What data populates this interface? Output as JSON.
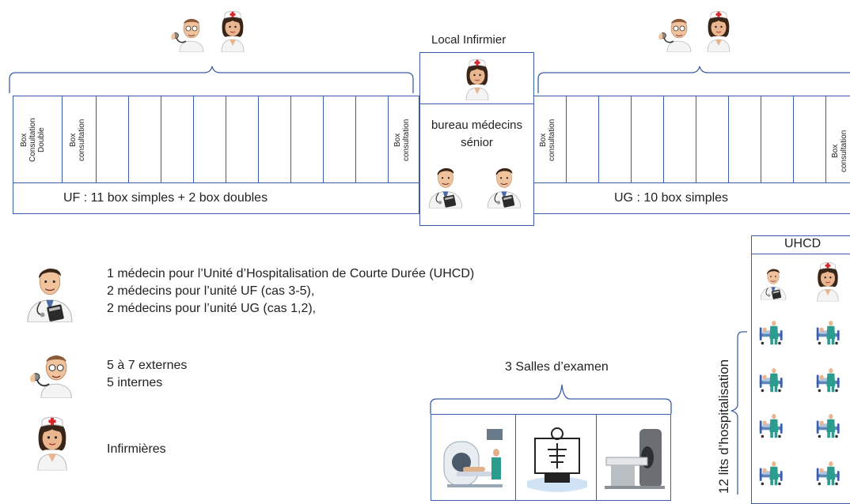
{
  "local_infirmier": {
    "title": "Local Infirmier"
  },
  "bureau": {
    "label": "bureau médecins sénior"
  },
  "uf": {
    "summary": "UF : 11 box simples + 2 box doubles",
    "box_labels": [
      "Box Consultation Double",
      "Box consultation",
      "Box consultation"
    ]
  },
  "ug": {
    "summary": "UG : 10 box simples",
    "box_labels": [
      "Box consultation",
      "Box consultation"
    ]
  },
  "legend": {
    "doctors": [
      "1 médecin pour l’Unité d’Hospitalisation de Courte Durée (UHCD)",
      "2 médecins pour l’unité UF (cas 3-5),",
      "2 médecins pour l’unité UG (cas 1,2),"
    ],
    "students": [
      "5 à 7 externes",
      "5 internes"
    ],
    "nurses": "Infirmières"
  },
  "exam": {
    "title": "3 Salles d’examen"
  },
  "uhcd": {
    "title": "UHCD",
    "beds_label": "12 lits d’hospitalisation"
  },
  "icons": [
    "doctor-stethoscope-icon",
    "nurse-icon",
    "senior-doctor-clipboard-icon",
    "mri-scanner-icon",
    "xray-icon",
    "ct-scanner-icon",
    "hospital-bed-icon"
  ],
  "colors": {
    "line": "#3b5ea8",
    "nurse_cross": "#d9262c",
    "doctor_coat": "#f2f2f2",
    "scrubs": "#2a9d8f"
  }
}
